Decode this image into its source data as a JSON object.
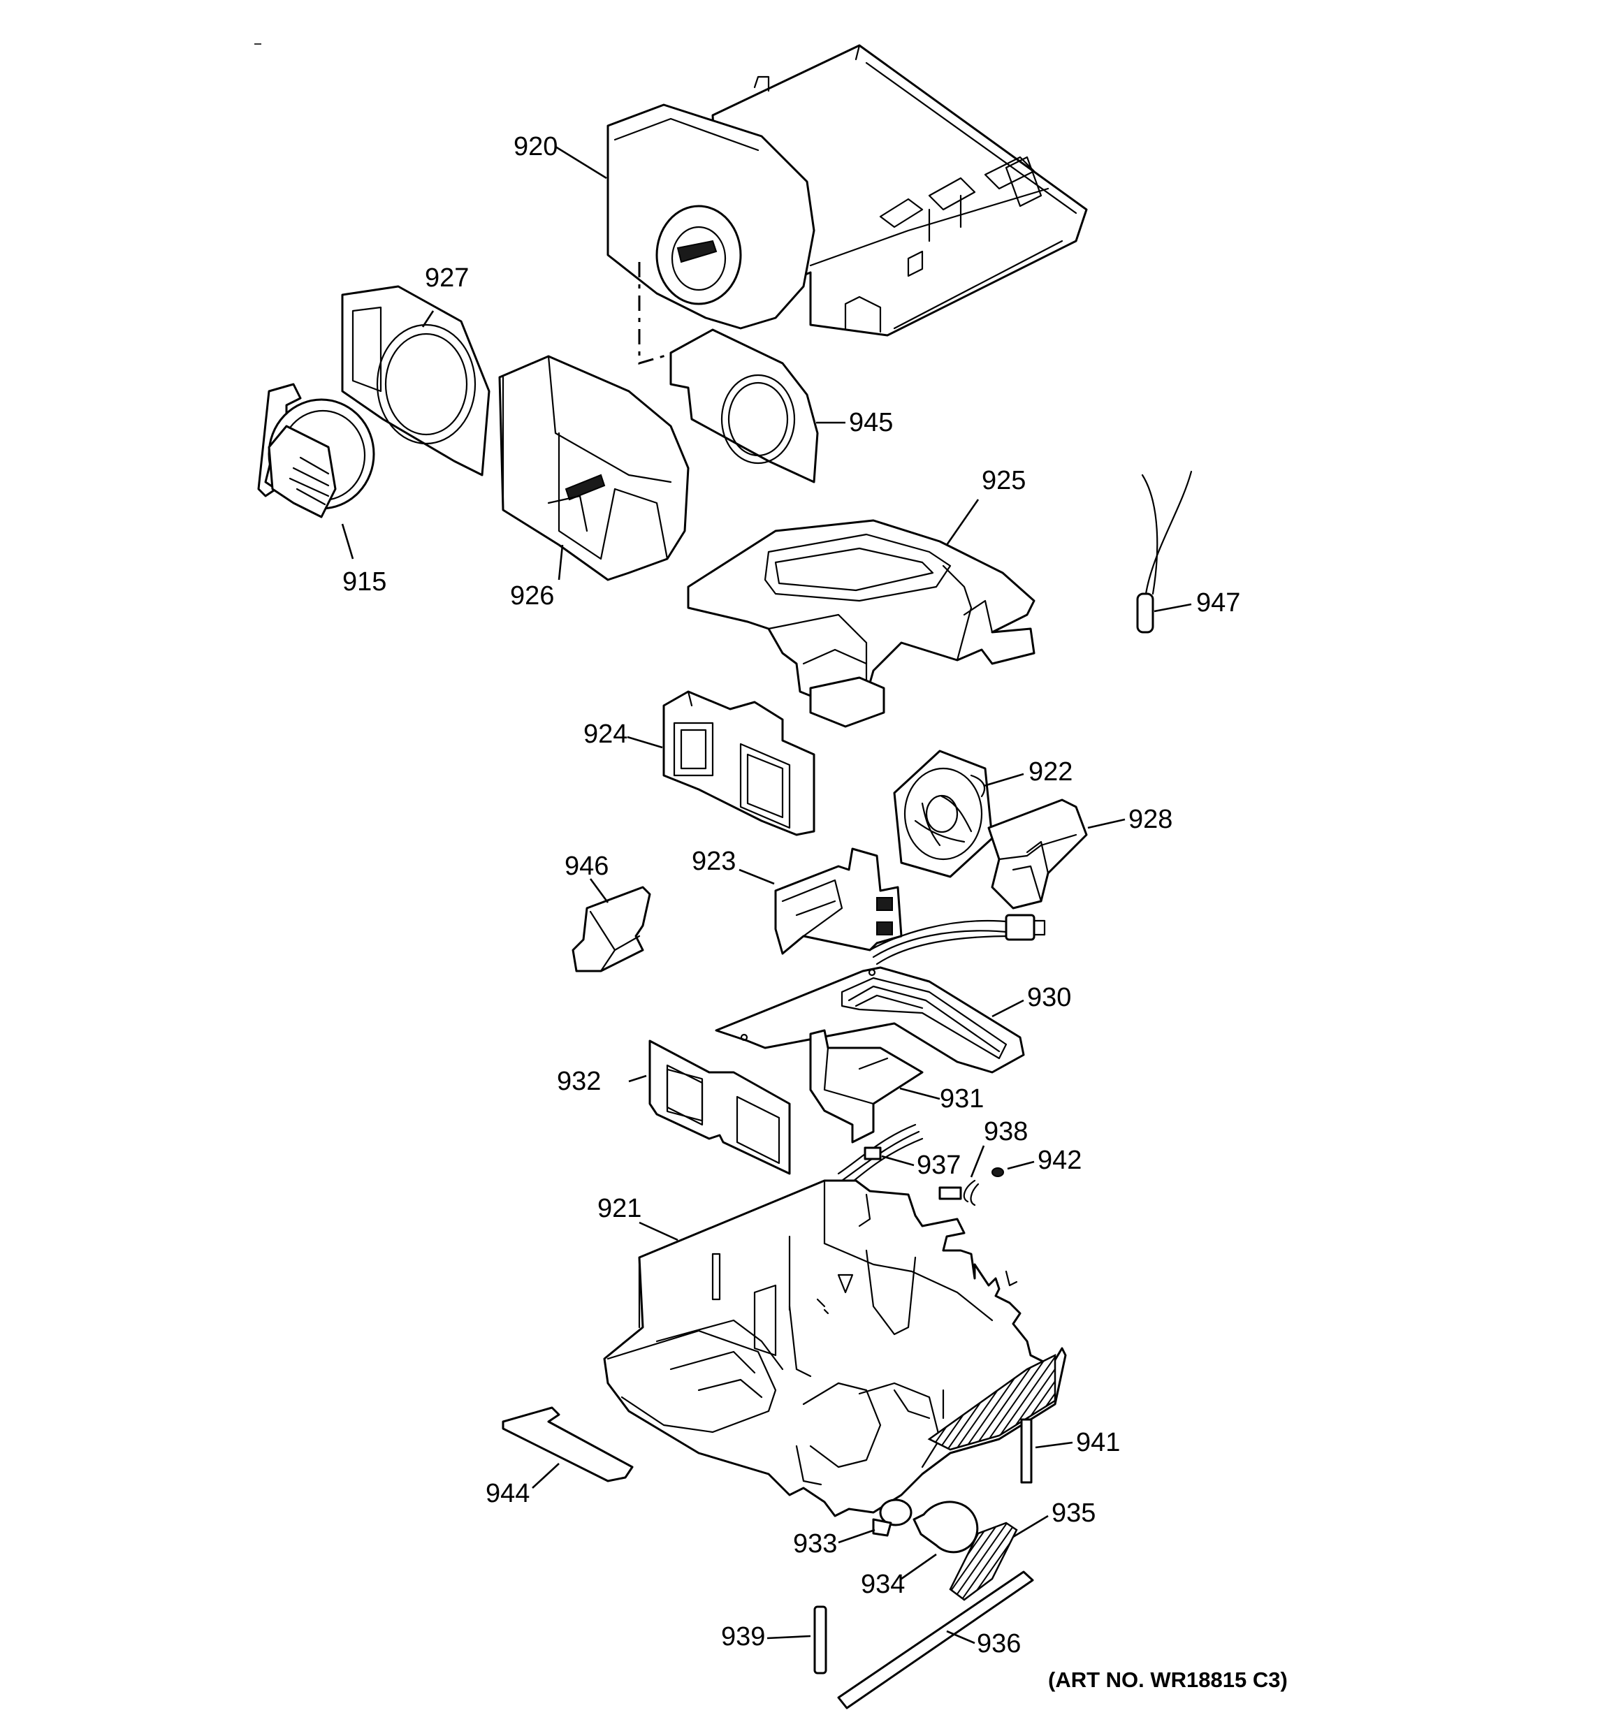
{
  "callouts": {
    "p920": "920",
    "p927": "927",
    "p945": "945",
    "p915": "915",
    "p926": "926",
    "p925": "925",
    "p947": "947",
    "p924": "924",
    "p922": "922",
    "p928": "928",
    "p946": "946",
    "p923": "923",
    "p930": "930",
    "p932": "932",
    "p931": "931",
    "p938": "938",
    "p937": "937",
    "p942": "942",
    "p921": "921",
    "p941": "941",
    "p944": "944",
    "p933": "933",
    "p935": "935",
    "p934": "934",
    "p939": "939",
    "p936": "936"
  },
  "art_number": "(ART NO. WR18815 C3)",
  "colors": {
    "line": "#000000",
    "background": "#ffffff"
  }
}
